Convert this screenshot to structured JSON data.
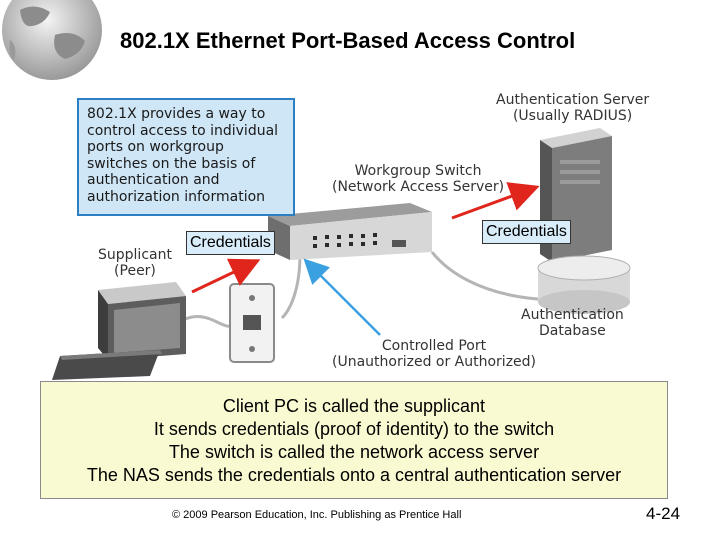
{
  "slide": {
    "title": "802.1X Ethernet Port-Based Access Control",
    "footer": "© 2009 Pearson Education, Inc.  Publishing as Prentice Hall",
    "page_number": "4-24"
  },
  "diagram": {
    "info_lines": [
      "802.1X provides a way to",
      "control access to individual",
      "ports on workgroup",
      "switches on the basis of",
      "authentication and",
      "authorization information"
    ],
    "auth_server": [
      "Authentication Server",
      "(Usually RADIUS)"
    ],
    "switch": [
      "Workgroup Switch",
      "(Network Access Server)"
    ],
    "supplicant": [
      "Supplicant",
      "(Peer)"
    ],
    "database": [
      "Authentication",
      "Database"
    ],
    "controlled_port": [
      "Controlled Port",
      "(Unauthorized or Authorized)"
    ],
    "credentials_left": "Credentials",
    "credentials_right": "Credentials"
  },
  "notes": [
    "Client PC is called the supplicant",
    "It sends credentials (proof of identity) to the switch",
    "The switch is called the network access server",
    "The NAS sends the credentials onto a central authentication server"
  ],
  "colors": {
    "arrow": "#e0261c",
    "pointer": "#3aa0e0",
    "info_bg": "#cfe6f6",
    "notes_bg": "#fafad2"
  }
}
